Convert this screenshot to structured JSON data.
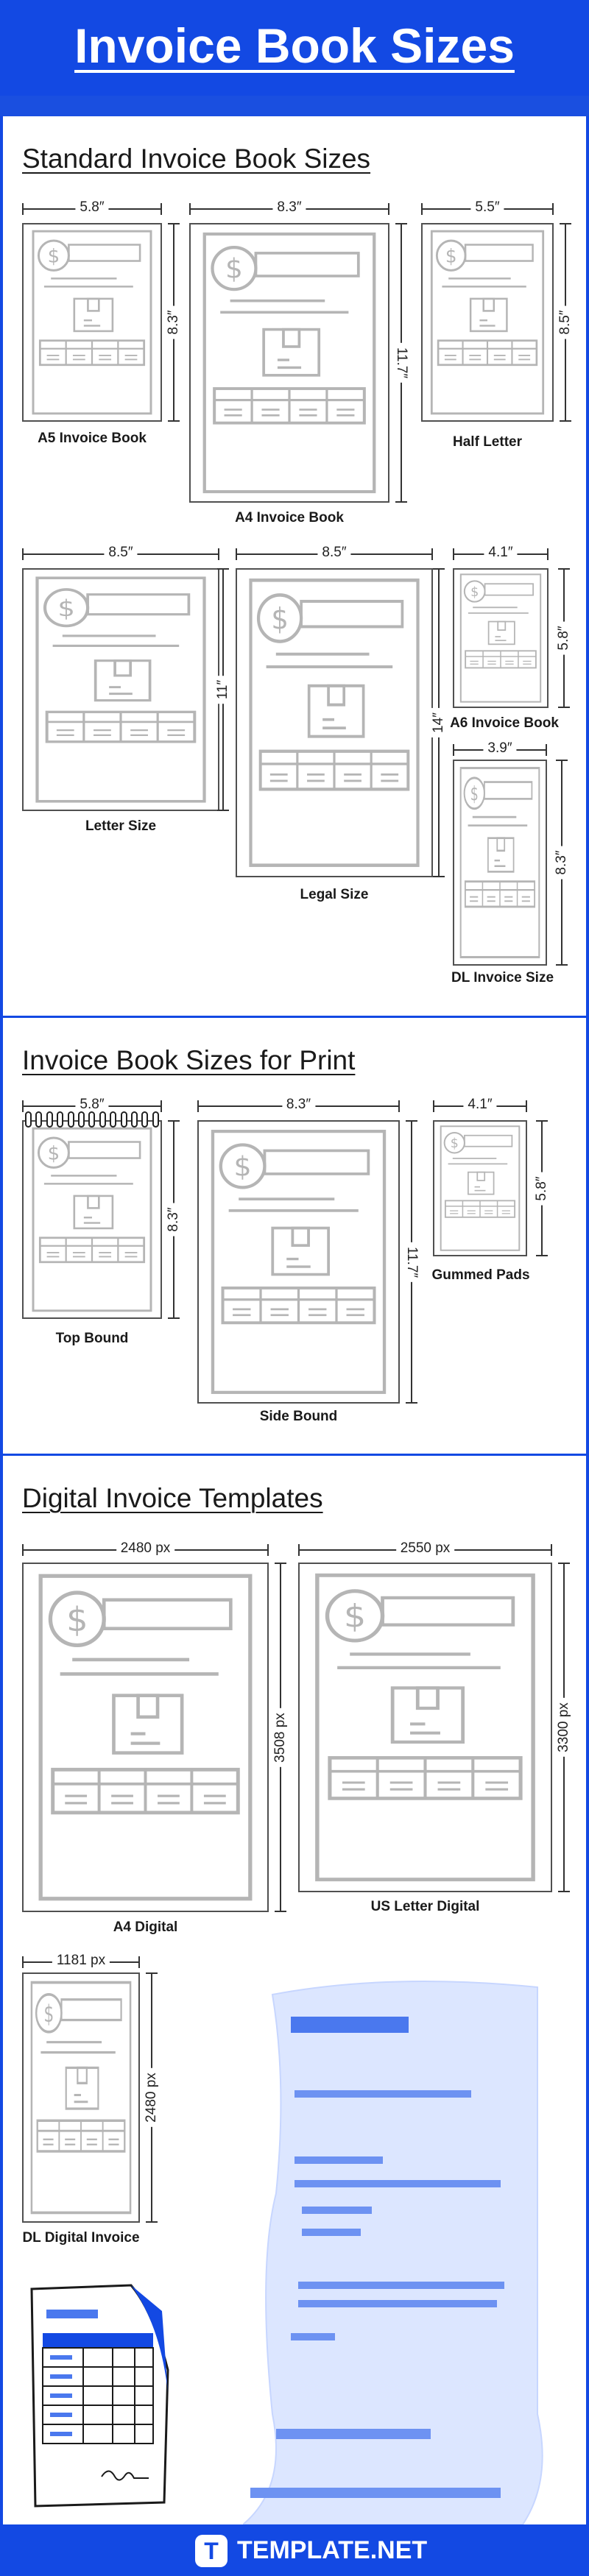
{
  "header": {
    "title": "Invoice Book Sizes"
  },
  "sections": {
    "standard": {
      "title": "Standard Invoice Book Sizes",
      "items": [
        {
          "name": "A5 Invoice Book",
          "width": "5.8″",
          "height": "8.3″"
        },
        {
          "name": "A4 Invoice Book",
          "width": "8.3″",
          "height": "11.7″"
        },
        {
          "name": "Half Letter",
          "width": "5.5″",
          "height": "8.5″"
        },
        {
          "name": "Letter Size",
          "width": "8.5″",
          "height": "11″"
        },
        {
          "name": "Legal Size",
          "width": "8.5″",
          "height": "14″"
        },
        {
          "name": "A6 Invoice Book",
          "width": "4.1″",
          "height": "5.8″"
        },
        {
          "name": "DL Invoice Size",
          "width": "3.9″",
          "height": "8.3″"
        }
      ]
    },
    "print": {
      "title": "Invoice Book Sizes for Print",
      "items": [
        {
          "name": "Top Bound",
          "width": "5.8″",
          "height": "8.3″"
        },
        {
          "name": "Side Bound",
          "width": "8.3″",
          "height": "11.7″"
        },
        {
          "name": "Gummed Pads",
          "width": "4.1″",
          "height": "5.8″"
        }
      ]
    },
    "digital": {
      "title": "Digital Invoice Templates",
      "items": [
        {
          "name": "A4 Digital",
          "width": "2480 px",
          "height": "3508 px"
        },
        {
          "name": "US Letter Digital",
          "width": "2550 px",
          "height": "3300 px"
        },
        {
          "name": "DL Digital Invoice",
          "width": "1181 px",
          "height": "2480 px"
        }
      ]
    }
  },
  "footer": {
    "logo_letter": "T",
    "brand": "TEMPLATE.NET"
  },
  "colors": {
    "brand_blue": "#1349e3",
    "accent_blue": "#4a78ee",
    "sheet_gray": "#b5b5b5"
  }
}
